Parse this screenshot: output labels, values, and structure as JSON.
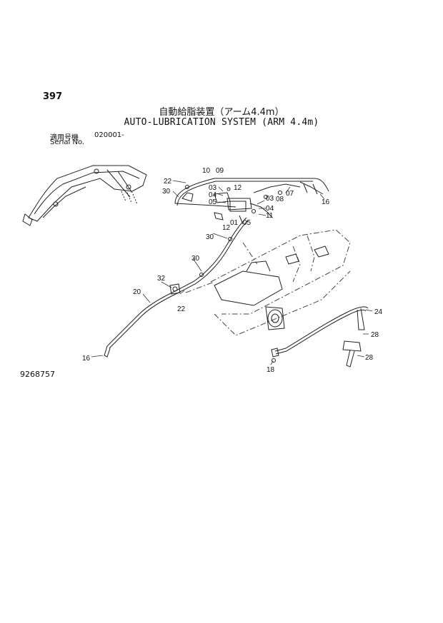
{
  "page_number": "397",
  "title_jp": "自動給脂装置（アーム4.4m）",
  "title_en": "AUTO-LUBRICATION SYSTEM (ARM 4.4m)",
  "serial": {
    "label_jp": "適用号機",
    "label_en": "Serial No.",
    "value": "020001-"
  },
  "drawing_number": "9268757",
  "callouts": [
    "22",
    "10",
    "09",
    "30",
    "03",
    "04",
    "05",
    "12",
    "03",
    "08",
    "07",
    "16",
    "01",
    "05",
    "04",
    "11",
    "12",
    "30",
    "30",
    "32",
    "20",
    "22",
    "24",
    "28",
    "16",
    "18",
    "28"
  ]
}
